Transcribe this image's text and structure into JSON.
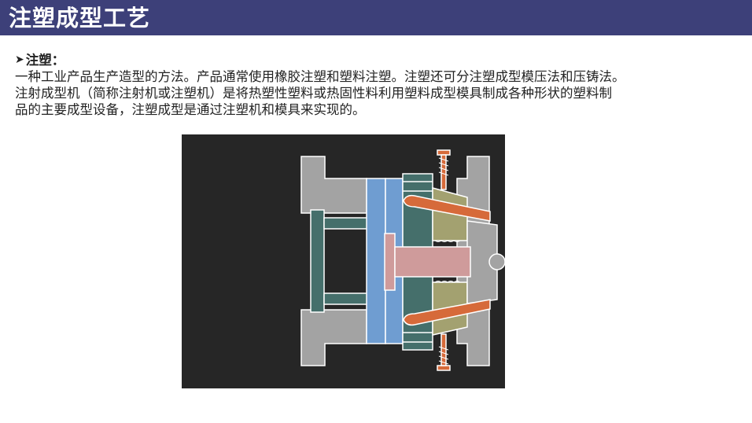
{
  "slide": {
    "title": "注塑成型工艺"
  },
  "section": {
    "bullet_icon": "arrow-bullet-icon",
    "heading": "注塑：",
    "lines": [
      "一种工业产品生产造型的方法。产品通常使用橡胶注塑和塑料注塑。注塑还可分注塑成型模压法和压铸法。",
      "注射成型机（简称注射机或注塑机）是将热塑性塑料或热固性料利用塑料成型模具制成各种形状的塑料制",
      "品的主要成型设备，注塑成型是通过注塑机和模具来实现的。"
    ]
  },
  "figure": {
    "description_icon": "injection-mold-diagram",
    "colors": {
      "background": "#262626",
      "grey": "#a3a3a3",
      "teal": "#456f6b",
      "blue": "#6f9dd1",
      "pink": "#cf9b9b",
      "olive": "#a3a170",
      "orange": "#d66a3a",
      "outline": "#ffffff"
    }
  }
}
